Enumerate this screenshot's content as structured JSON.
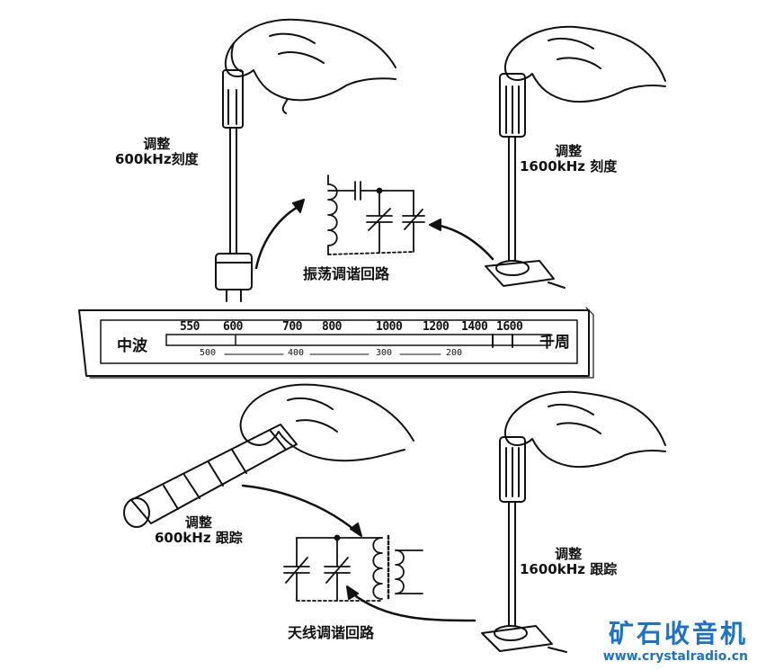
{
  "captions": {
    "top_left": [
      "调整",
      "600kHz刻度"
    ],
    "top_right": [
      "调整",
      "1600kHz 刻度"
    ],
    "bottom_left": [
      "调整",
      "600kHz 跟踪"
    ],
    "bottom_right": [
      "调整",
      "1600kHz 跟踪"
    ]
  },
  "circuit_labels": {
    "oscillator": "振荡调谐回路",
    "antenna": "天线调谐回路"
  },
  "dial": {
    "left_label": "中波",
    "right_label": "千周",
    "freq_ticks": [
      "550",
      "600",
      "700",
      "800",
      "1000",
      "1200",
      "1400",
      "1600"
    ],
    "meter_ticks": [
      "500",
      "400",
      "300",
      "200"
    ]
  },
  "watermark": {
    "name": "矿石收音机",
    "url": "www.crystalradio.cn",
    "color": "#1d72c6"
  },
  "colors": {
    "ink": "#111111"
  }
}
